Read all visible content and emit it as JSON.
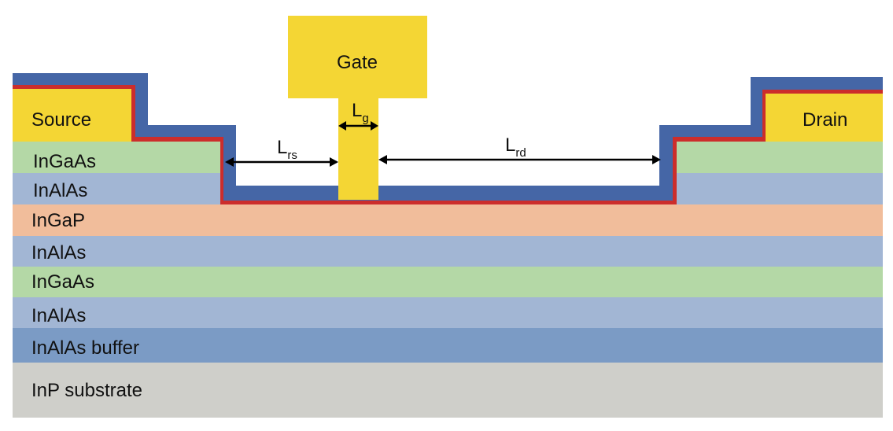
{
  "layers": [
    {
      "label": "InP substrate",
      "color": "#cfcfca"
    },
    {
      "label": "InAlAs buffer",
      "color": "#7b9bc5"
    },
    {
      "label": "InAlAs",
      "color": "#a2b6d4"
    },
    {
      "label": "InGaAs",
      "color": "#b4d8a6"
    },
    {
      "label": "InAlAs",
      "color": "#a2b6d4"
    },
    {
      "label": "InGaP",
      "color": "#f1bd9b"
    },
    {
      "label": "InAlAs",
      "color": "#a2b6d4"
    },
    {
      "label": "InGaAs",
      "color": "#b4d8a6"
    }
  ],
  "contacts": {
    "source": "Source",
    "drain": "Drain",
    "gate": "Gate"
  },
  "dimensions": {
    "lg_main": "L",
    "lg_sub": "g",
    "lrs_main": "L",
    "lrs_sub": "rs",
    "lrd_main": "L",
    "lrd_sub": "rd"
  },
  "colors": {
    "metal": "#f4d634",
    "passivation_outer": "#4566a6",
    "passivation_inner": "#cc2d2b",
    "arrow": "#000000"
  }
}
